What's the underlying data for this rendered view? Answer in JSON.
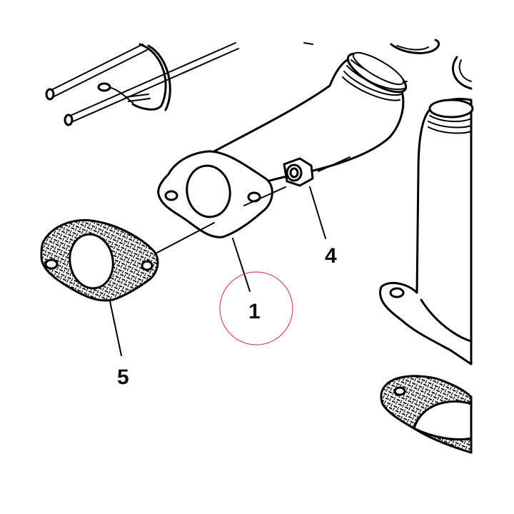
{
  "callouts": [
    {
      "id": "1",
      "label": "1"
    },
    {
      "id": "4",
      "label": "4"
    },
    {
      "id": "5",
      "label": "5"
    }
  ],
  "colors": {
    "line": "#000000",
    "background": "#ffffff",
    "highlight_circle": "#d04a5a"
  }
}
